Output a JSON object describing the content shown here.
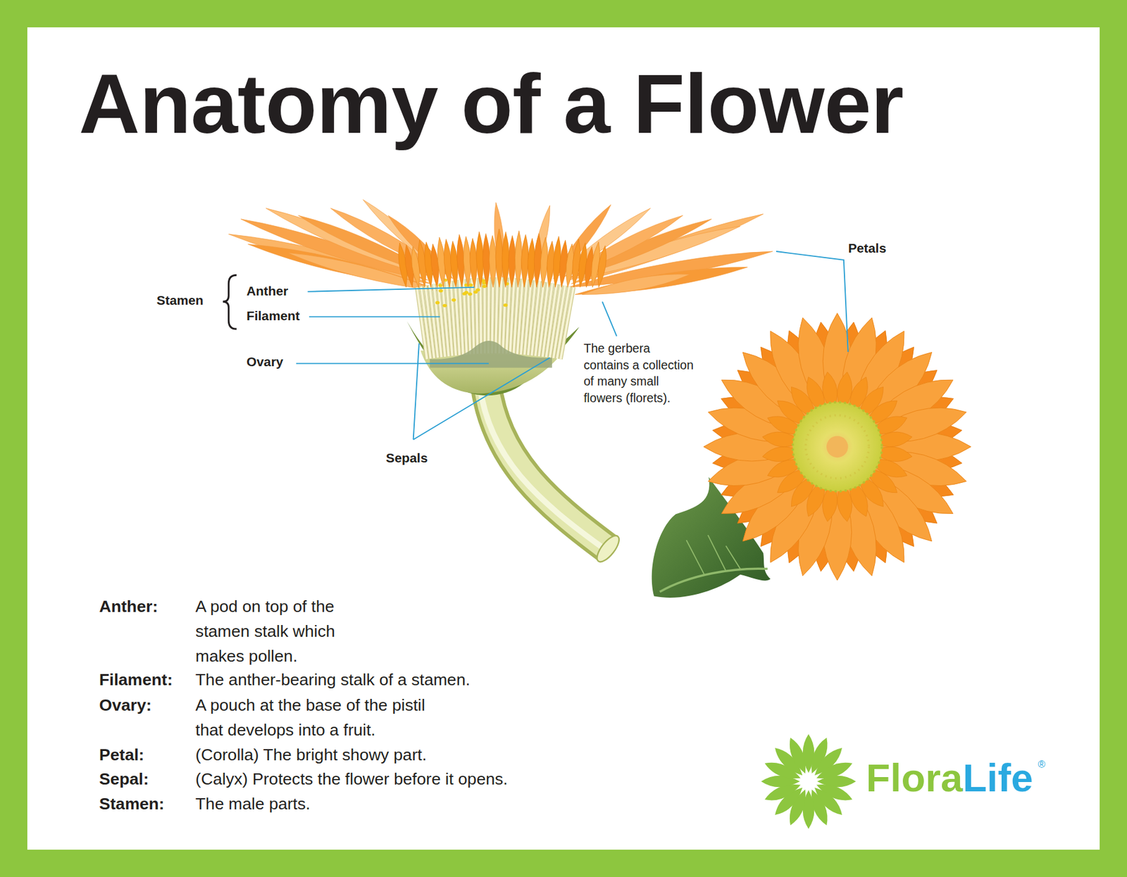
{
  "diagram": {
    "title": "Anatomy of a Flower",
    "labels": [
      "Stamen",
      "Anther",
      "Filament",
      "Ovary",
      "Sepals",
      "Petals",
      "The gerbera contains a collection of many small flowers (florets).",
      "Anther:",
      "A pod on top of the stamen stalk which makes pollen.",
      "Filament:",
      "The anther-bearing stalk of a stamen.",
      "Ovary:",
      "A pouch at the base of the pistil that develops into a fruit.",
      "Petal:",
      "(Corolla) The bright showy part.",
      "Sepal:",
      "(Calyx) Protects the flower before it opens.",
      "Stamen:",
      "The male parts.",
      "FloraLife",
      "®"
    ]
  }
}
